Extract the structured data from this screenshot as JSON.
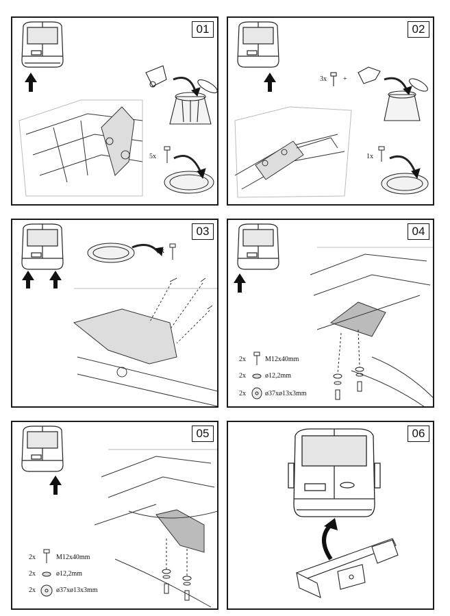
{
  "steps": [
    {
      "number": "01",
      "labels": {
        "bolt_qty": "5x"
      }
    },
    {
      "number": "02",
      "labels": {
        "bolt_qty": "3x",
        "plus": "+",
        "bolt_qty2": "1x"
      }
    },
    {
      "number": "03",
      "labels": {
        "bolt_qty": "3x"
      }
    },
    {
      "number": "04",
      "parts": [
        {
          "qty": "2x",
          "desc": "M12x40mm"
        },
        {
          "qty": "2x",
          "desc": "ø12,2mm"
        },
        {
          "qty": "2x",
          "desc": "ø37xø13x3mm"
        }
      ]
    },
    {
      "number": "05",
      "parts": [
        {
          "qty": "2x",
          "desc": "M12x40mm"
        },
        {
          "qty": "2x",
          "desc": "ø12,2mm"
        },
        {
          "qty": "2x",
          "desc": "ø37xø13x3mm"
        }
      ]
    },
    {
      "number": "06"
    }
  ]
}
